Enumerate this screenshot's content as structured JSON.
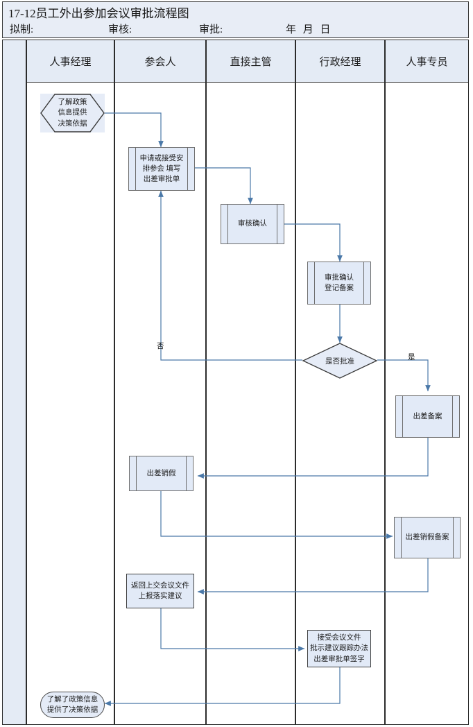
{
  "header": {
    "title": "17-12员工外出参加会议审批流程图",
    "field_prepared": "拟制:",
    "field_reviewed": "审核:",
    "field_approved": "审批:",
    "date_placeholder": "年 月 日"
  },
  "lanes": [
    {
      "name": "人事经理"
    },
    {
      "name": "参会人"
    },
    {
      "name": "直接主管"
    },
    {
      "name": "行政经理"
    },
    {
      "name": "人事专员"
    }
  ],
  "nodes": [
    {
      "id": "n1",
      "shape": "hexagon",
      "lane": "人事经理",
      "text": "了解政策\n信息提供\n决策依据"
    },
    {
      "id": "n2",
      "shape": "predefined-process",
      "lane": "参会人",
      "text": "申请或接受安\n排参会 填写\n出差审批单"
    },
    {
      "id": "n3",
      "shape": "predefined-process",
      "lane": "直接主管",
      "text": "审核确认"
    },
    {
      "id": "n4",
      "shape": "predefined-process",
      "lane": "行政经理",
      "text": "审批确认\n登记备案"
    },
    {
      "id": "n5",
      "shape": "decision",
      "lane": "行政经理",
      "text": "是否批准"
    },
    {
      "id": "n6",
      "shape": "predefined-process",
      "lane": "人事专员",
      "text": "出差备案"
    },
    {
      "id": "n7",
      "shape": "predefined-process",
      "lane": "参会人",
      "text": "出差销假"
    },
    {
      "id": "n8",
      "shape": "predefined-process",
      "lane": "人事专员",
      "text": "出差销假备案"
    },
    {
      "id": "n9",
      "shape": "process",
      "lane": "参会人",
      "text": "返回上交会议文件\n上报落实建议"
    },
    {
      "id": "n10",
      "shape": "process",
      "lane": "行政经理",
      "text": "接受会议文件\n批示建议跟踪办法\n出差审批单签字"
    },
    {
      "id": "n11",
      "shape": "terminator",
      "lane": "人事经理",
      "text": "了解了政策信息\n提供了决策依据"
    }
  ],
  "edge_labels": {
    "no": "否",
    "yes": "是"
  },
  "colors": {
    "lane_header_fill": "#e4ebf5",
    "shape_fill": "#e2eaf7",
    "connector": "#4a78a8",
    "border": "#3f3f3f"
  }
}
